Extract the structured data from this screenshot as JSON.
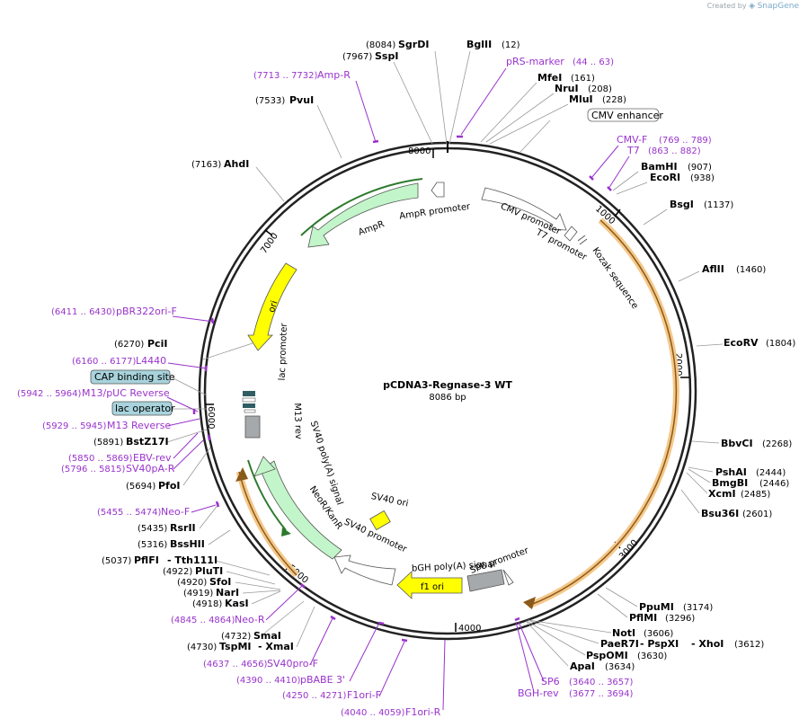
{
  "credit": {
    "prefix": "Created by",
    "brand": "SnapGene"
  },
  "plasmid": {
    "name": "pCDNA3-Regnase-3 WT",
    "length_label": "8086 bp",
    "length": 8086
  },
  "ticks": [
    "8000",
    "1000",
    "2000",
    "3000",
    "4000",
    "5000",
    "6000",
    "7000"
  ],
  "colors": {
    "backbone": "#222222",
    "enzyme": "#000000",
    "primer": "#9933cc",
    "feature_grey": "#a6a9ab",
    "arrow_green": "#c2f5c9",
    "arrow_yellow": "#ffff00",
    "orf": "#f5c88a",
    "box_blue": "#a8d3dc"
  },
  "labels": [
    {
      "id": "sgrdi",
      "pos": "(8084)",
      "name": "SgrDI",
      "type": "enzyme"
    },
    {
      "id": "bglii",
      "pos": "(12)",
      "name": "BglII",
      "type": "enzyme"
    },
    {
      "id": "sspi",
      "pos": "(7967)",
      "name": "SspI",
      "type": "enzyme"
    },
    {
      "id": "prs",
      "pos": "(44 .. 63)",
      "name": "pRS-marker",
      "type": "primer"
    },
    {
      "id": "ampr-p",
      "pos": "(7713 .. 7732)",
      "name": "Amp-R",
      "type": "primer"
    },
    {
      "id": "mfei",
      "pos": "(161)",
      "name": "MfeI",
      "type": "enzyme"
    },
    {
      "id": "nrui",
      "pos": "(208)",
      "name": "NruI",
      "type": "enzyme"
    },
    {
      "id": "mlui",
      "pos": "(228)",
      "name": "MluI",
      "type": "enzyme"
    },
    {
      "id": "pvui",
      "pos": "(7533)",
      "name": "PvuI",
      "type": "enzyme"
    },
    {
      "id": "cmvenh",
      "pos": "",
      "name": "CMV enhancer",
      "type": "boxed"
    },
    {
      "id": "cmvf",
      "pos": "(769 .. 789)",
      "name": "CMV-F",
      "type": "primer"
    },
    {
      "id": "t7",
      "pos": "(863 .. 882)",
      "name": "T7",
      "type": "primer"
    },
    {
      "id": "ahdi",
      "pos": "(7163)",
      "name": "AhdI",
      "type": "enzyme"
    },
    {
      "id": "bamhi",
      "pos": "(907)",
      "name": "BamHI",
      "type": "enzyme"
    },
    {
      "id": "ecori",
      "pos": "(938)",
      "name": "EcoRI",
      "type": "enzyme"
    },
    {
      "id": "bsgi",
      "pos": "(1137)",
      "name": "BsgI",
      "type": "enzyme"
    },
    {
      "id": "aflii",
      "pos": "(1460)",
      "name": "AflII",
      "type": "enzyme"
    },
    {
      "id": "pbr",
      "pos": "(6411 .. 6430)",
      "name": "pBR322ori-F",
      "type": "primer"
    },
    {
      "id": "pcii",
      "pos": "(6270)",
      "name": "PciI",
      "type": "enzyme"
    },
    {
      "id": "ecorv",
      "pos": "(1804)",
      "name": "EcoRV",
      "type": "enzyme"
    },
    {
      "id": "l4440",
      "pos": "(6160 .. 6177)",
      "name": "L4440",
      "type": "primer"
    },
    {
      "id": "cap",
      "pos": "",
      "name": "CAP binding site",
      "type": "boxed-blue"
    },
    {
      "id": "m13puc",
      "pos": "(5942 .. 5964)",
      "name": "M13/pUC Reverse",
      "type": "primer"
    },
    {
      "id": "lacop",
      "pos": "",
      "name": "lac operator",
      "type": "boxed-blue"
    },
    {
      "id": "m13rev",
      "pos": "(5929 .. 5945)",
      "name": "M13 Reverse",
      "type": "primer"
    },
    {
      "id": "bstz",
      "pos": "(5891)",
      "name": "BstZ17I",
      "type": "enzyme"
    },
    {
      "id": "bbvci",
      "pos": "(2268)",
      "name": "BbvCI",
      "type": "enzyme"
    },
    {
      "id": "ebv",
      "pos": "(5850 .. 5869)",
      "name": "EBV-rev",
      "type": "primer"
    },
    {
      "id": "sv40par",
      "pos": "(5796 .. 5815)",
      "name": "SV40pA-R",
      "type": "primer"
    },
    {
      "id": "pshai",
      "pos": "(2444)",
      "name": "PshAI",
      "type": "enzyme"
    },
    {
      "id": "bmgbi",
      "pos": "(2446)",
      "name": "BmgBI",
      "type": "enzyme"
    },
    {
      "id": "pfoi",
      "pos": "(5694)",
      "name": "PfoI",
      "type": "enzyme"
    },
    {
      "id": "xcmi",
      "pos": "(2485)",
      "name": "XcmI",
      "type": "enzyme"
    },
    {
      "id": "bsu36i",
      "pos": "(2601)",
      "name": "Bsu36I",
      "type": "enzyme"
    },
    {
      "id": "neof",
      "pos": "(5455 .. 5474)",
      "name": "Neo-F",
      "type": "primer"
    },
    {
      "id": "rsrii",
      "pos": "(5435)",
      "name": "RsrII",
      "type": "enzyme"
    },
    {
      "id": "bsshii",
      "pos": "(5316)",
      "name": "BssHII",
      "type": "enzyme"
    },
    {
      "id": "pflfi",
      "pos": "(5037)",
      "name": "PflFI",
      "type": "enzyme"
    },
    {
      "id": "tth",
      "pos": "",
      "name": "- Tth111I",
      "type": "enzyme"
    },
    {
      "id": "pluti",
      "pos": "(4922)",
      "name": "PluTI",
      "type": "enzyme"
    },
    {
      "id": "sfoi",
      "pos": "(4920)",
      "name": "SfoI",
      "type": "enzyme"
    },
    {
      "id": "nari",
      "pos": "(4919)",
      "name": "NarI",
      "type": "enzyme"
    },
    {
      "id": "kasi",
      "pos": "(4918)",
      "name": "KasI",
      "type": "enzyme"
    },
    {
      "id": "ppumi",
      "pos": "(3174)",
      "name": "PpuMI",
      "type": "enzyme"
    },
    {
      "id": "pflmi",
      "pos": "(3296)",
      "name": "PflMI",
      "type": "enzyme"
    },
    {
      "id": "neor",
      "pos": "(4845 .. 4864)",
      "name": "Neo-R",
      "type": "primer"
    },
    {
      "id": "noti",
      "pos": "(3606)",
      "name": "NotI",
      "type": "enzyme"
    },
    {
      "id": "smai",
      "pos": "(4732)",
      "name": "SmaI",
      "type": "enzyme"
    },
    {
      "id": "paer7i",
      "pos": "",
      "name": "PaeR7I",
      "type": "enzyme"
    },
    {
      "id": "pspxi",
      "pos": "",
      "name": "- PspXI",
      "type": "enzyme"
    },
    {
      "id": "xhoi",
      "pos": "(3612)",
      "name": "- XhoI",
      "type": "enzyme"
    },
    {
      "id": "tspmi",
      "pos": "(4730)",
      "name": "TspMI",
      "type": "enzyme"
    },
    {
      "id": "xmai",
      "pos": "",
      "name": "- XmaI",
      "type": "enzyme"
    },
    {
      "id": "pspomi",
      "pos": "(3630)",
      "name": "PspOMI",
      "type": "enzyme"
    },
    {
      "id": "apai",
      "pos": "(3634)",
      "name": "ApaI",
      "type": "enzyme"
    },
    {
      "id": "sv40prof",
      "pos": "(4637 .. 4656)",
      "name": "SV40pro-F",
      "type": "primer"
    },
    {
      "id": "pbabe",
      "pos": "(4390 .. 4410)",
      "name": "pBABE 3'",
      "type": "primer"
    },
    {
      "id": "sp6",
      "pos": "(3640 .. 3657)",
      "name": "SP6",
      "type": "primer"
    },
    {
      "id": "bghrev",
      "pos": "(3677 .. 3694)",
      "name": "BGH-rev",
      "type": "primer"
    },
    {
      "id": "f1orif",
      "pos": "(4250 .. 4271)",
      "name": "F1ori-F",
      "type": "primer"
    },
    {
      "id": "f1orir",
      "pos": "(4040 .. 4059)",
      "name": "F1ori-R",
      "type": "primer"
    }
  ],
  "features": [
    {
      "id": "amprpromoter",
      "label": "AmpR promoter"
    },
    {
      "id": "ampr",
      "label": "AmpR"
    },
    {
      "id": "ori",
      "label": "ori"
    },
    {
      "id": "cmvpromoter",
      "label": "CMV promoter"
    },
    {
      "id": "t7promoter",
      "label": "T7 promoter"
    },
    {
      "id": "kozak",
      "label": "Kozak sequence"
    },
    {
      "id": "lacpromoter",
      "label": "lac promoter"
    },
    {
      "id": "m13rev",
      "label": "M13 rev"
    },
    {
      "id": "sv40polya",
      "label": "SV40 poly(A) signal"
    },
    {
      "id": "neokan",
      "label": "NeoR/KanR"
    },
    {
      "id": "sv40ori",
      "label": "SV40 ori"
    },
    {
      "id": "sv40promoter",
      "label": "SV40 promoter"
    },
    {
      "id": "bghpolya",
      "label": "bGH poly(A) signal"
    },
    {
      "id": "sp6promoter",
      "label": "SP6 promoter"
    },
    {
      "id": "f1ori",
      "label": "f1 ori"
    }
  ]
}
